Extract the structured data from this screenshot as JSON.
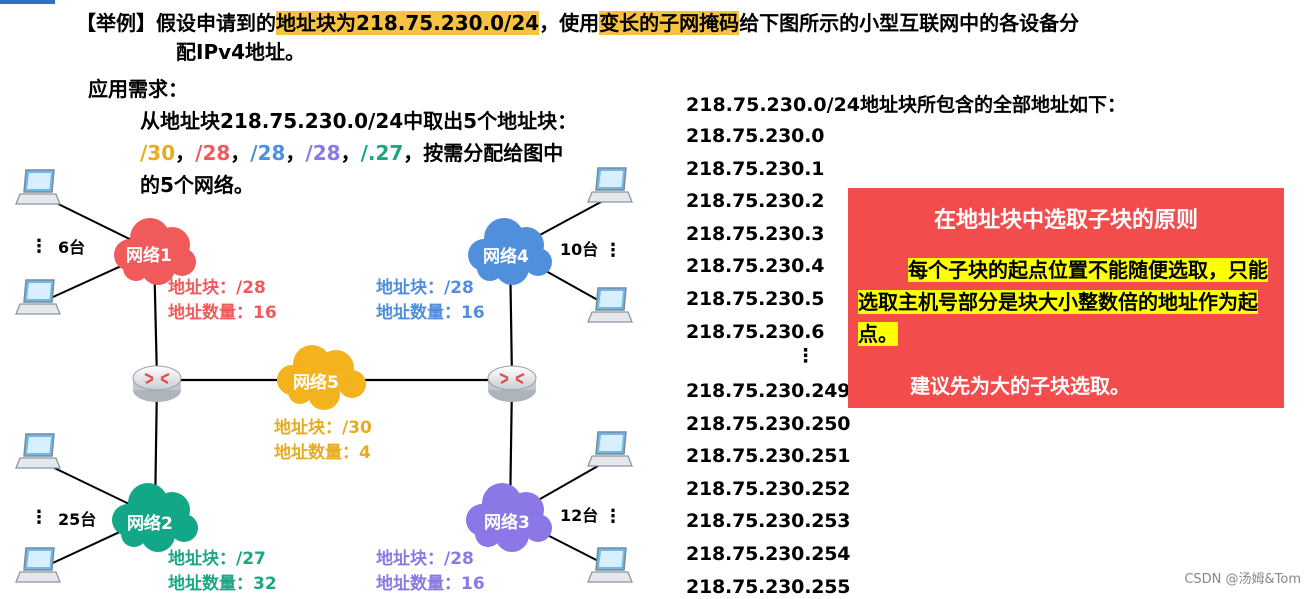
{
  "title": {
    "prefix": "【举例】假设申请到的",
    "hl1": "地址块为218.75.230.0/24",
    "mid": "，使用",
    "hl2": "变长的子网掩码",
    "suffix": "给下图所示的小型互联网中的各设备分",
    "line2": "配IPv4地址。"
  },
  "requirement": {
    "heading": "应用需求：",
    "line1": "从地址块218.75.230.0/24中取出5个地址块：",
    "blocks": [
      "/30",
      "/28",
      "/28",
      "/28",
      "/.27"
    ],
    "sep": "，",
    "line2_suffix": "，按需分配给图中",
    "line3": "的5个网络。"
  },
  "networks": [
    {
      "id": "net1",
      "label": "网络1",
      "count": "6台",
      "block": "地址块：/28",
      "quantity": "地址数量：16",
      "color": "#f05a5a"
    },
    {
      "id": "net2",
      "label": "网络2",
      "count": "25台",
      "block": "地址块：/27",
      "quantity": "地址数量：32",
      "color": "#1ba784"
    },
    {
      "id": "net3",
      "label": "网络3",
      "count": "12台",
      "block": "地址块：/28",
      "quantity": "地址数量：16",
      "color": "#8b78e6"
    },
    {
      "id": "net4",
      "label": "网络4",
      "count": "10台",
      "block": "地址块：/28",
      "quantity": "地址数量：16",
      "color": "#4f8fdc"
    },
    {
      "id": "net5",
      "label": "网络5",
      "count": "",
      "block": "地址块：/30",
      "quantity": "地址数量：4",
      "color": "#e6ac1f"
    }
  ],
  "address_list": {
    "heading": "218.75.230.0/24地址块所包含的全部地址如下：",
    "top": [
      "218.75.230.0",
      "218.75.230.1",
      "218.75.230.2",
      "218.75.230.3",
      "218.75.230.4",
      "218.75.230.5",
      "218.75.230.6"
    ],
    "ellipsis": "⋮",
    "bottom": [
      "218.75.230.249",
      "218.75.230.250",
      "218.75.230.251",
      "218.75.230.252",
      "218.75.230.253",
      "218.75.230.254",
      "218.75.230.255"
    ]
  },
  "principle": {
    "title": "在地址块中选取子块的原则",
    "body": "每个子块的起点位置不能随便选取，只能选取主机号部分是块大小整数倍的地址作为起点。",
    "suggestion": "建议先为大的子块选取。"
  },
  "watermark": "CSDN @汤姆&Tom",
  "colors": {
    "highlight": "#f5c242",
    "principle_bg": "#f24c4c",
    "principle_hl": "#ffff00"
  }
}
